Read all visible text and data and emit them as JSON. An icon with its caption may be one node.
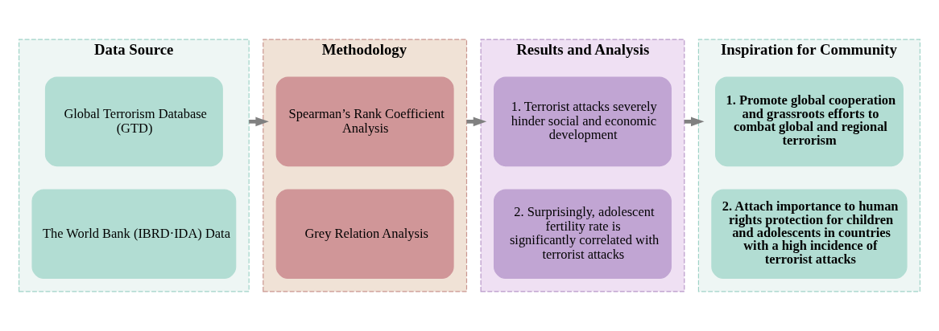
{
  "diagram": {
    "nodes": [
      {
        "text": [
          "Data Source"
        ]
      },
      {
        "text": [
          "Global Terrorism Database (GTD)"
        ],
        "in": 0
      },
      {
        "text": [
          "The World Bank (IBRD·IDA) Data"
        ],
        "in": 0
      },
      {
        "text": [
          "Methodology"
        ]
      },
      {
        "text": [
          "Spearman’s Rank Coefficient Analysis"
        ],
        "in": 3
      },
      {
        "text": [
          "Grey Relation Analysis"
        ],
        "in": 3
      },
      {
        "text": [
          "Results and Analysis"
        ]
      },
      {
        "text": [
          "1. Terrorist attacks severely hinder social and economic development"
        ],
        "in": 6
      },
      {
        "text": [
          "2. Surprisingly, adolescent fertility rate is significantly correlated with terrorist attacks"
        ],
        "in": 6
      },
      {
        "text": [
          "Inspiration for Community"
        ]
      },
      {
        "text": [
          "1. Promote global cooperation and grassroots efforts to combat global and regional terrorism"
        ],
        "in": 9
      },
      {
        "text": [
          "2. Attach importance to human rights protection for children and adolescents in countries with a high incidence of terrorist attacks"
        ],
        "in": 9
      }
    ],
    "edges": [
      {
        "from": 0,
        "to": 3,
        "arrow": "to"
      },
      {
        "from": 3,
        "to": 6,
        "arrow": "to"
      },
      {
        "from": 6,
        "to": 9,
        "arrow": "to"
      }
    ]
  }
}
